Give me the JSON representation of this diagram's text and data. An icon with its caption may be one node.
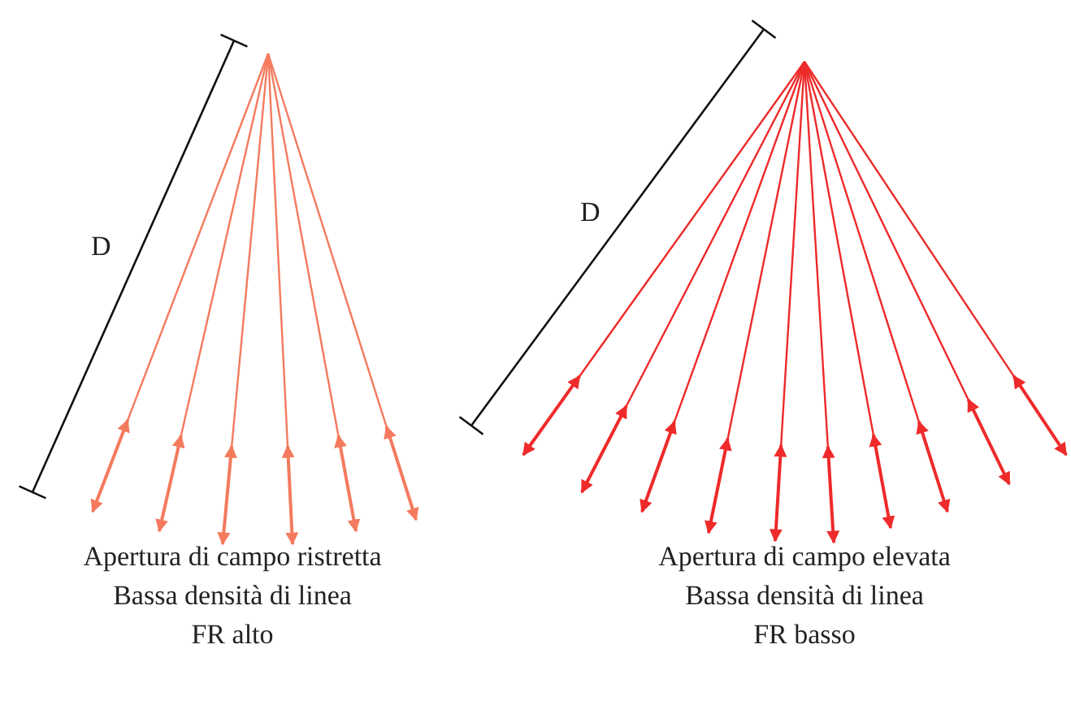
{
  "diagram": {
    "labels": [
      "D",
      "D",
      "Apertura di campo ristretta",
      "Bassa densità di linea",
      "FR alto",
      "Apertura di campo elevata",
      "Bassa densità di linea",
      "FR basso"
    ]
  }
}
